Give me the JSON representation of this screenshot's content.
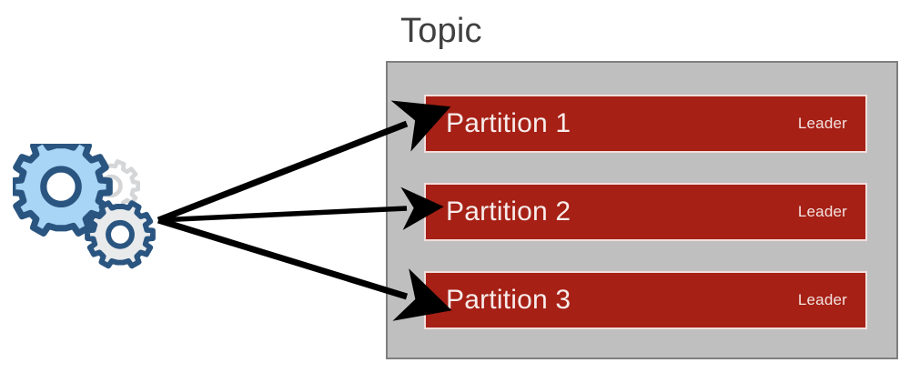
{
  "diagram": {
    "title": "Kafka topic partitions with producer",
    "topic": {
      "label": "Topic",
      "box_color": "#bfbfbf",
      "border_color": "#7f7f7f",
      "partitions": [
        {
          "name": "Partition 1",
          "role": "Leader"
        },
        {
          "name": "Partition 2",
          "role": "Leader"
        },
        {
          "name": "Partition 3",
          "role": "Leader"
        }
      ],
      "partition_color": "#a62015",
      "partition_border_color": "#f2dedc",
      "partition_text_color": "#f7eceb"
    },
    "source": {
      "icon": "gears-icon",
      "gear_primary_fill": "#a8d4f5",
      "gear_primary_stroke": "#2a5580",
      "gear_secondary_fill": "#e8eaec",
      "gear_ghost_stroke": "#d4d6d8"
    },
    "arrows": {
      "count": 3,
      "color": "#000000",
      "origin_label": "producer-fanout-origin"
    }
  }
}
